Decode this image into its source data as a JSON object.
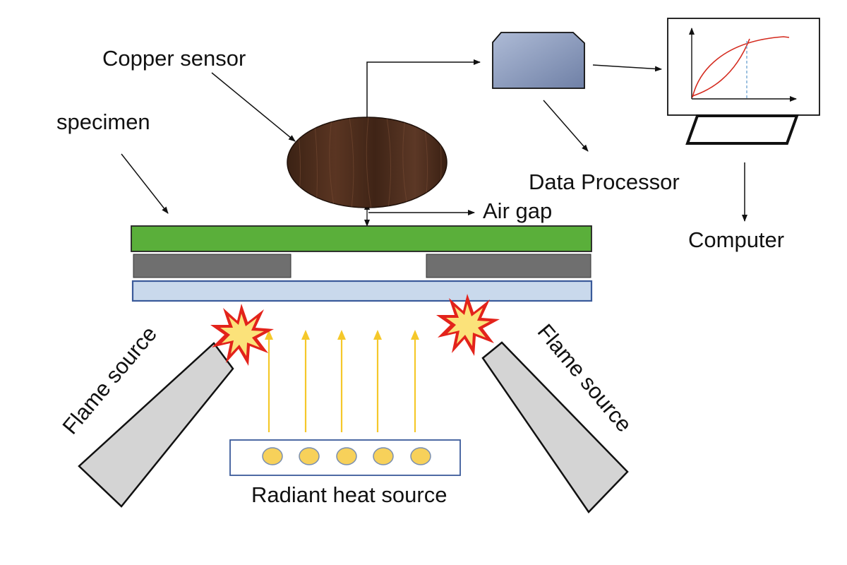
{
  "labels": {
    "copper_sensor": "Copper sensor",
    "specimen": "specimen",
    "data_processor": "Data Processor",
    "computer": "Computer",
    "air_gap": "Air gap",
    "flame_source_left": "Flame source",
    "flame_source_right": "Flame source",
    "radiant_heat_source": "Radiant heat source"
  },
  "colors": {
    "specimen": "#5aaf3a",
    "support_blocks": "#6f6f6f",
    "base_plate_fill": "#c9d9ec",
    "base_plate_stroke": "#3a5a9a",
    "sensor_wood": "#4a2c1c",
    "processor": "#8c9cbc",
    "flame_outer": "#e3231b",
    "flame_inner": "#fbe27a",
    "heat_arrow": "#f5c82a",
    "heater_bulb": "#f7d15a",
    "torch_fill": "#d4d4d4",
    "curve": "#d42a1e",
    "dashed": "#6aa0d0"
  },
  "icons": {
    "sensor": "wood-disc",
    "processor": "beveled-box",
    "computer": "monitor-with-graph",
    "flame": "flame-burst",
    "heater": "bulb-row"
  }
}
